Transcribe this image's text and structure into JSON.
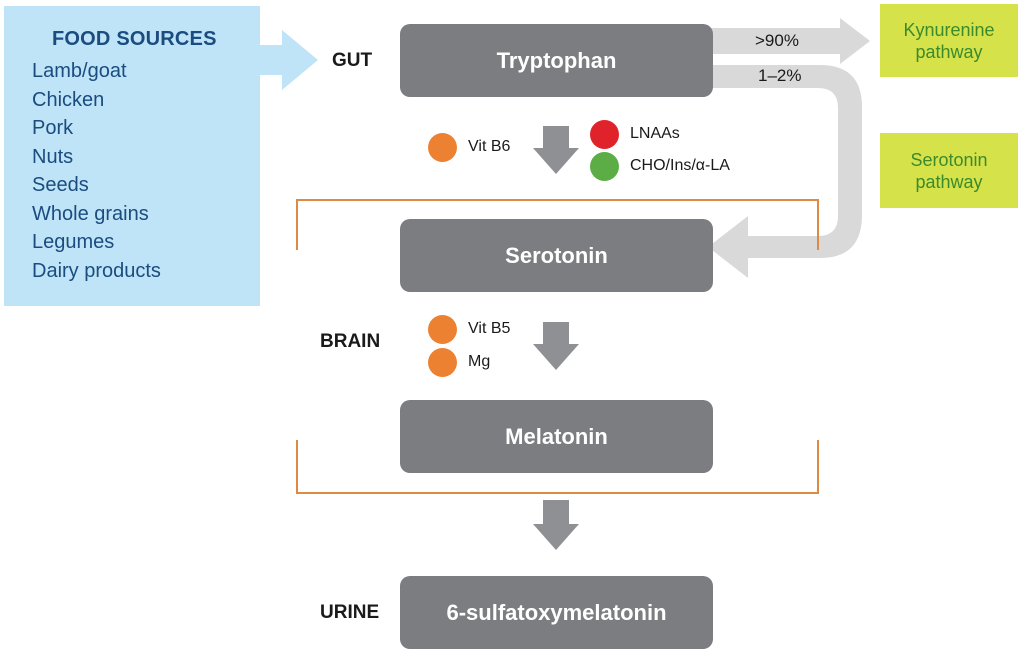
{
  "food_sources": {
    "title": "FOOD SOURCES",
    "items": [
      "Lamb/goat",
      "Chicken",
      "Pork",
      "Nuts",
      "Seeds",
      "Whole grains",
      "Legumes",
      "Dairy products"
    ]
  },
  "stages": {
    "gut": "GUT",
    "brain": "BRAIN",
    "urine": "URINE"
  },
  "nodes": {
    "tryptophan": "Tryptophan",
    "serotonin": "Serotonin",
    "melatonin": "Melatonin",
    "sulfatoxymelatonin": "6-sulfatoxymelatonin"
  },
  "pathways": {
    "kynurenine": "Kynurenine pathway",
    "serotonin": "Serotonin pathway"
  },
  "branches": {
    "kynurenine_pct": ">90%",
    "serotonin_pct": "1–2%"
  },
  "factors": {
    "vit_b6": "Vit B6",
    "lnaas": "LNAAs",
    "cho": "CHO/Ins/α-LA",
    "vit_b5": "Vit B5",
    "mg": "Mg"
  },
  "colors": {
    "food_box": "#bfe4f7",
    "food_text": "#1b4c80",
    "node": "#7c7d80",
    "pathway_box": "#d6e24a",
    "pathway_text": "#3b8a2c",
    "bracket": "#dd8a45",
    "arrow_gray": "#8f9093",
    "arrow_light": "#d9d9da",
    "dot_orange": "#ec8231",
    "dot_red": "#e0222a",
    "dot_green": "#5cad45"
  }
}
